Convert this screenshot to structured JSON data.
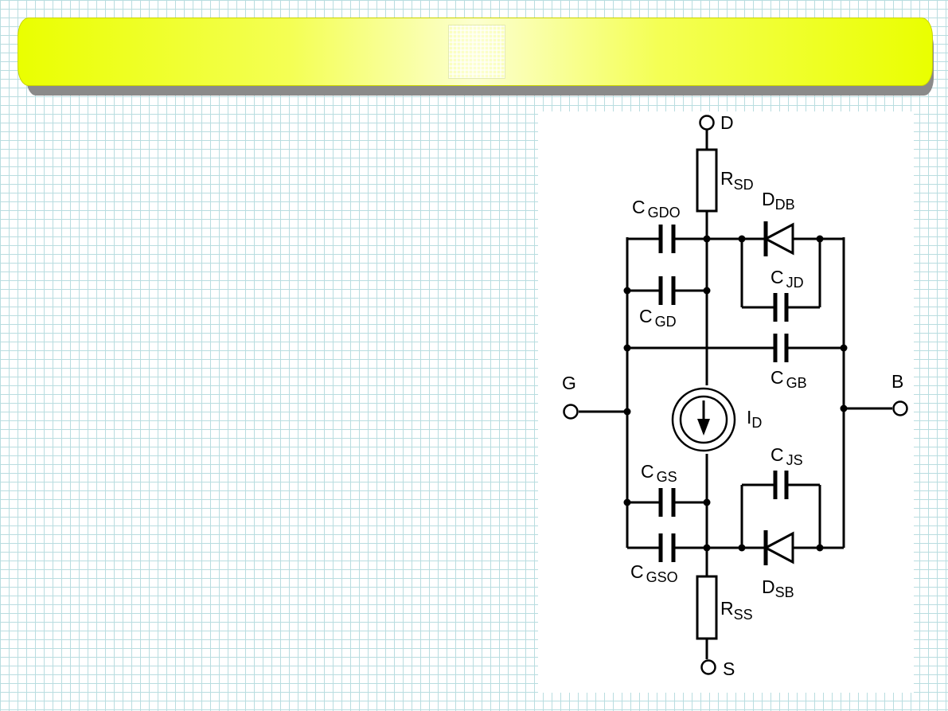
{
  "diagram": {
    "terminals": {
      "drain": "D",
      "gate": "G",
      "bulk": "B",
      "source": "S"
    },
    "components": {
      "rsd": {
        "main": "R",
        "sub": "SD"
      },
      "rss": {
        "main": "R",
        "sub": "SS"
      },
      "cgdo": {
        "main": "C",
        "sub": "GDO"
      },
      "cgd": {
        "main": "C",
        "sub": "GD"
      },
      "cgb": {
        "main": "C",
        "sub": "GB"
      },
      "cjd": {
        "main": "C",
        "sub": "JD"
      },
      "ddb": {
        "main": "D",
        "sub": "DB"
      },
      "id": {
        "main": "I",
        "sub": "D"
      },
      "cgs": {
        "main": "C",
        "sub": "GS"
      },
      "cgso": {
        "main": "C",
        "sub": "GSO"
      },
      "cjs": {
        "main": "C",
        "sub": "JS"
      },
      "dsb": {
        "main": "D",
        "sub": "SB"
      }
    }
  }
}
